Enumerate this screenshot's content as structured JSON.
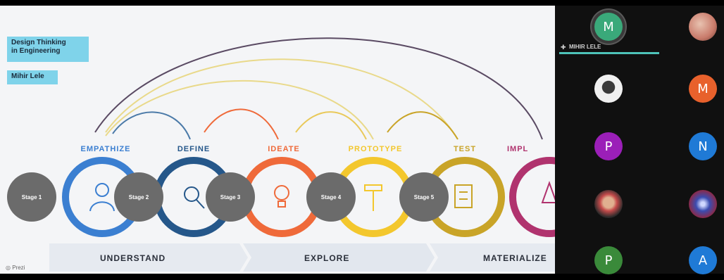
{
  "slide": {
    "title_line1": "Design Thinking",
    "title_line2": "in Engineering",
    "author": "Mihir Lele",
    "stages": [
      {
        "name": "EMPATHIZE",
        "pill": "Stage 1",
        "color": "#3b7fd1"
      },
      {
        "name": "DEFINE",
        "pill": "Stage 2",
        "color": "#25578a"
      },
      {
        "name": "IDEATE",
        "pill": "Stage 3",
        "color": "#ef6a3a"
      },
      {
        "name": "PROTOTYPE",
        "pill": "Stage 4",
        "color": "#f3c72d"
      },
      {
        "name": "TEST",
        "pill": "Stage 5",
        "color": "#c9a428"
      },
      {
        "name": "IMPL",
        "color": "#b0336e"
      }
    ],
    "phases": [
      "UNDERSTAND",
      "EXPLORE",
      "MATERIALIZE"
    ],
    "footer": "Prezi",
    "arc_colors": {
      "blue": "#4b7aa8",
      "yellow": "#e9d98a",
      "dark": "#5a4a63"
    }
  },
  "participants": {
    "active_name": "MIHIR LELE",
    "tiles": [
      {
        "letter": "M",
        "color": "#3aa97a",
        "type": "letter"
      },
      {
        "type": "photo",
        "color": "#c97b6b"
      },
      {
        "type": "photo",
        "color": "#f0f0f0"
      },
      {
        "letter": "M",
        "color": "#e8612c",
        "type": "letter"
      },
      {
        "letter": "P",
        "color": "#9b1fb8",
        "type": "letter"
      },
      {
        "letter": "N",
        "color": "#1f7ad6",
        "type": "letter"
      },
      {
        "type": "photo",
        "color": "#c44b4b"
      },
      {
        "type": "photo",
        "color": "#3b4cb0"
      },
      {
        "letter": "P",
        "color": "#3a8a3a",
        "type": "letter"
      },
      {
        "letter": "A",
        "color": "#1f7ad6",
        "type": "letter"
      }
    ]
  }
}
